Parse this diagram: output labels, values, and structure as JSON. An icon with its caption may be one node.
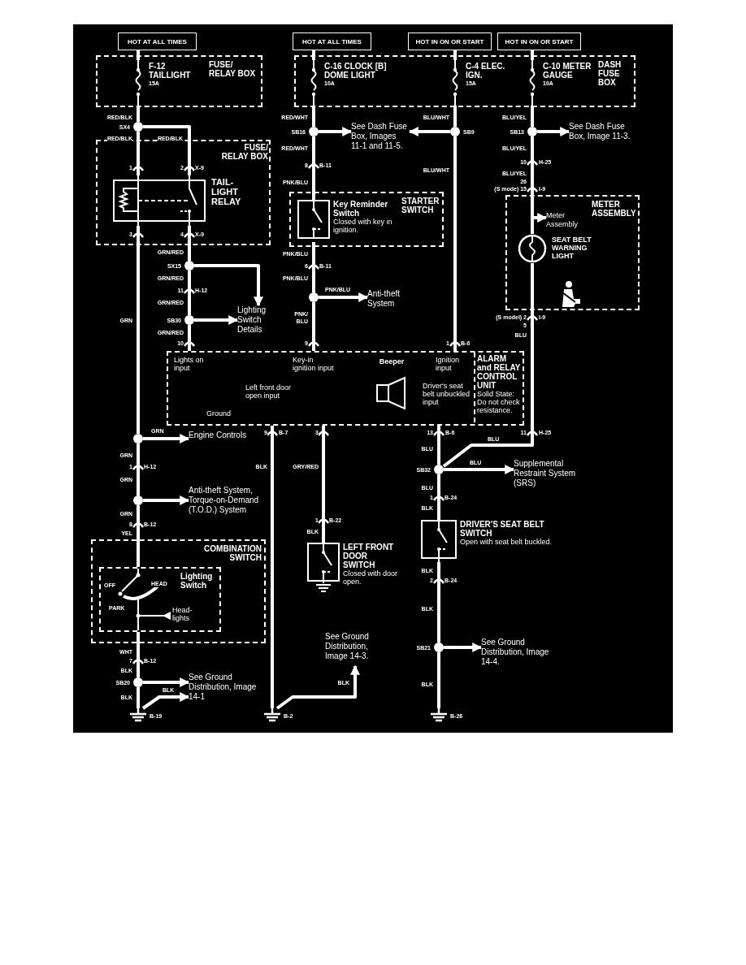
{
  "diagram": {
    "nodes": [
      {
        "text": [
          "HOT AT ALL TIMES"
        ]
      },
      {
        "text": [
          "HOT AT ALL TIMES"
        ]
      },
      {
        "text": [
          "HOT IN ON OR START"
        ]
      },
      {
        "text": [
          "HOT IN ON OR START"
        ]
      },
      {
        "text": [
          "FUSE/ RELAY BOX"
        ]
      },
      {
        "text": [
          "F-12 TAILLIGHT",
          "15A"
        ],
        "in": 4
      },
      {
        "text": [
          "DASH FUSE BOX"
        ]
      },
      {
        "text": [
          "C-16 CLOCK [B] DOME LIGHT",
          "10A"
        ],
        "in": 6
      },
      {
        "text": [
          "C-4 ELEC. IGN.",
          "15A"
        ],
        "in": 6
      },
      {
        "text": [
          "C-10 METER GAUGE",
          "10A"
        ],
        "in": 6
      },
      {
        "text": [
          "FUSE/ RELAY BOX"
        ]
      },
      {
        "text": [
          "TAIL- LIGHT RELAY"
        ],
        "in": 10
      },
      {
        "text": [],
        "shape": "circle",
        "beside": [
          "SX4"
        ]
      },
      {
        "text": [],
        "shape": "circle",
        "beside": [
          "SB16"
        ]
      },
      {
        "text": [],
        "shape": "circle",
        "beside": [
          "SB9"
        ]
      },
      {
        "text": [],
        "shape": "circle",
        "beside": [
          "SB13"
        ]
      },
      {
        "text": [
          "See Dash Fuse Box, Images 11-1 and 11-5."
        ]
      },
      {
        "text": [
          "See Dash Fuse Box, Image 11-3."
        ]
      },
      {
        "text": [
          "STARTER SWITCH"
        ]
      },
      {
        "text": [
          "Key Reminder Switch",
          "Closed with key in ignition."
        ],
        "in": 18
      },
      {
        "text": [
          "METER ASSEMBLY"
        ]
      },
      {
        "text": [
          "SEAT BELT WARNING LIGHT"
        ],
        "in": 20
      },
      {
        "text": [
          "Meter Assembly"
        ],
        "in": 20
      },
      {
        "text": [],
        "shape": "circle",
        "beside": [
          "SX15"
        ]
      },
      {
        "text": [
          "Lighting Switch Details"
        ]
      },
      {
        "text": [],
        "shape": "circle",
        "beside": [
          "SB30"
        ]
      },
      {
        "text": [],
        "shape": "circle"
      },
      {
        "text": [
          "Anti-theft System"
        ]
      },
      {
        "text": [
          "ALARM and RELAY CONTROL UNIT",
          "Solid State: Do not check resistance."
        ]
      },
      {
        "text": [
          "Beeper"
        ],
        "in": 28
      },
      {
        "text": [],
        "shape": "circle"
      },
      {
        "text": [
          "Engine Controls"
        ]
      },
      {
        "text": [],
        "shape": "circle"
      },
      {
        "text": [
          "Anti-theft System, Torque-on-Demand (T.O.D.) System"
        ]
      },
      {
        "text": [],
        "shape": "circle",
        "beside": [
          "SB32"
        ]
      },
      {
        "text": [
          "Supplemental Restraint System (SRS)"
        ]
      },
      {
        "text": [
          "DRIVER'S SEAT BELT SWITCH",
          "Open with seat belt buckled."
        ]
      },
      {
        "text": [
          "COMBINATION SWITCH"
        ]
      },
      {
        "text": [
          "Lighting Switch"
        ],
        "in": 37
      },
      {
        "text": [
          "LEFT FRONT DOOR SWITCH",
          "Closed with door open."
        ]
      },
      {
        "text": [
          "See Ground Distribution, Image 14-3."
        ]
      },
      {
        "text": [],
        "shape": "circle",
        "beside": [
          "SB20"
        ]
      },
      {
        "text": [
          "See Ground Distribution, Image 14-1"
        ]
      },
      {
        "text": [],
        "shape": "circle",
        "beside": [
          "SB21"
        ]
      },
      {
        "text": [
          "See Ground Distribution, Image 14-4."
        ]
      },
      {
        "text": [],
        "shape": "ground",
        "beside": [
          "B-19"
        ]
      },
      {
        "text": [],
        "shape": "ground",
        "beside": [
          "B-2"
        ]
      },
      {
        "text": [],
        "shape": "ground",
        "beside": [
          "B-26"
        ]
      }
    ],
    "edges": [
      {
        "from": 0,
        "to": 5,
        "arrow": "none"
      },
      {
        "from": 1,
        "to": 7,
        "arrow": "none"
      },
      {
        "from": 2,
        "to": 8,
        "arrow": "none"
      },
      {
        "from": 3,
        "to": 9,
        "arrow": "none"
      },
      {
        "from": 5,
        "to": 12,
        "arrow": "none"
      },
      {
        "from": 12,
        "to": 11,
        "arrow": "none"
      },
      {
        "from": 12,
        "to": 11,
        "arrow": "none"
      },
      {
        "from": 11,
        "to": 30,
        "arrow": "none"
      },
      {
        "from": 11,
        "to": 23,
        "arrow": "none"
      },
      {
        "from": 23,
        "to": 24,
        "arrow": "to"
      },
      {
        "from": 23,
        "to": 25,
        "arrow": "none"
      },
      {
        "from": 25,
        "to": 24,
        "arrow": "to"
      },
      {
        "from": 25,
        "to": 28,
        "arrow": "none"
      },
      {
        "from": 7,
        "to": 13,
        "arrow": "none"
      },
      {
        "from": 13,
        "to": 16,
        "arrow": "to"
      },
      {
        "from": 13,
        "to": 19,
        "arrow": "none"
      },
      {
        "from": 8,
        "to": 14,
        "arrow": "none"
      },
      {
        "from": 14,
        "to": 16,
        "arrow": "to"
      },
      {
        "from": 14,
        "to": 28,
        "arrow": "none"
      },
      {
        "from": 9,
        "to": 15,
        "arrow": "none"
      },
      {
        "from": 15,
        "to": 17,
        "arrow": "to"
      },
      {
        "from": 15,
        "to": 20,
        "arrow": "none"
      },
      {
        "from": null,
        "to": 22,
        "arrow": "to"
      },
      {
        "from": 19,
        "to": 26,
        "arrow": "none"
      },
      {
        "from": 26,
        "to": 27,
        "arrow": "to"
      },
      {
        "from": 26,
        "to": 28,
        "arrow": "none"
      },
      {
        "from": 20,
        "to": 34,
        "arrow": "none"
      },
      {
        "from": 28,
        "to": 34,
        "arrow": "none"
      },
      {
        "from": 34,
        "to": 35,
        "arrow": "to"
      },
      {
        "from": 34,
        "to": 36,
        "arrow": "none"
      },
      {
        "from": 36,
        "to": 43,
        "arrow": "none"
      },
      {
        "from": 43,
        "to": 44,
        "arrow": "to"
      },
      {
        "from": 43,
        "to": 47,
        "arrow": "none"
      },
      {
        "from": 30,
        "to": 31,
        "arrow": "to"
      },
      {
        "from": 30,
        "to": 32,
        "arrow": "none"
      },
      {
        "from": 32,
        "to": 33,
        "arrow": "to"
      },
      {
        "from": 32,
        "to": 38,
        "arrow": "none"
      },
      {
        "from": 38,
        "to": 41,
        "arrow": "none"
      },
      {
        "from": 41,
        "to": 42,
        "arrow": "to"
      },
      {
        "from": 41,
        "to": 45,
        "arrow": "none"
      },
      {
        "from": 45,
        "to": 42,
        "arrow": "to"
      },
      {
        "from": 28,
        "to": 46,
        "arrow": "none"
      },
      {
        "from": 28,
        "to": 39,
        "arrow": "none"
      },
      {
        "from": 46,
        "to": 40,
        "arrow": "to"
      }
    ],
    "labels": [
      "RED/BLK",
      "RED/BLK",
      "RED/BLK",
      "1",
      "2",
      "X-9",
      "RED/WHT",
      "BLU/WHT",
      "BLU/YEL",
      "RED/WHT",
      "BLU/YEL",
      "10",
      "H-25",
      "8",
      "B-11",
      "BLU/WHT",
      "BLU/YEL",
      "PNK/BLU",
      "26",
      "(S mode) 15",
      "I-9",
      "3",
      "4",
      "X-9",
      "PNK/BLU",
      "GRN/RED",
      "6",
      "B-11",
      "GRN/RED",
      "PNK/BLU",
      "11",
      "H-12",
      "PNK/BLU",
      "GRN/RED",
      "GRN",
      "PNK/ BLU",
      "GRN/RED",
      "(S model) 2",
      "I-9",
      "5",
      "BLU",
      "10",
      "9",
      "1",
      "B-6",
      "Lights on input",
      "Key-in ignition input",
      "Ignition input",
      "Driver's seat belt unbuckled input",
      "Left front door open input",
      "Ground",
      "9",
      "B-7",
      "3",
      "13",
      "B-6",
      "11",
      "H-25",
      "GRN",
      "BLU",
      "BLU",
      "GRN",
      "BLK",
      "GRY/RED",
      "BLU",
      "1",
      "H-12",
      "GRN",
      "BLU",
      "1",
      "B-24",
      "BLK",
      "GRN",
      "1",
      "B-22",
      "8",
      "B-12",
      "YEL",
      "BLK",
      "OFF",
      "HEAD",
      "PARK",
      "Head- lights",
      "BLK",
      "2",
      "B-24",
      "BLK",
      "WHT",
      "7",
      "B-12",
      "BLK",
      "BLK",
      "BLK",
      "BLK",
      "BLK"
    ]
  }
}
